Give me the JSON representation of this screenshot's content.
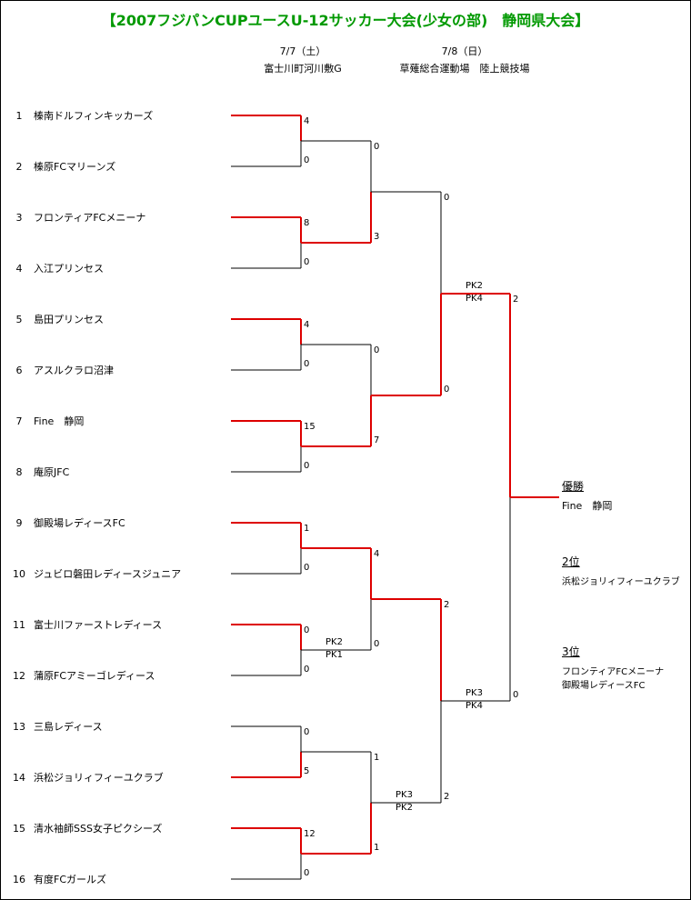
{
  "title": "【2007フジパンCUPユースU-12サッカー大会(少女の部)　静岡県大会】",
  "day1": {
    "date": "7/7（土）",
    "venue": "富士川町河川敷G"
  },
  "day2": {
    "date": "7/8（日）",
    "venue": "草薙総合運動場　陸上競技場"
  },
  "teams": [
    {
      "no": "1",
      "name": "榛南ドルフィンキッカーズ"
    },
    {
      "no": "2",
      "name": "榛原FCマリーンズ"
    },
    {
      "no": "3",
      "name": "フロンティアFCメニーナ"
    },
    {
      "no": "4",
      "name": "入江プリンセス"
    },
    {
      "no": "5",
      "name": "島田プリンセス"
    },
    {
      "no": "6",
      "name": "アスルクラロ沼津"
    },
    {
      "no": "7",
      "name": "Fine　静岡"
    },
    {
      "no": "8",
      "name": "庵原JFC"
    },
    {
      "no": "9",
      "name": "御殿場レディースFC"
    },
    {
      "no": "10",
      "name": "ジュビロ磐田レディースジュニア"
    },
    {
      "no": "11",
      "name": "富士川ファーストレディース"
    },
    {
      "no": "12",
      "name": "蒲原FCアミーゴレディース"
    },
    {
      "no": "13",
      "name": "三島レディース"
    },
    {
      "no": "14",
      "name": "浜松ジョリィフィーユクラブ"
    },
    {
      "no": "15",
      "name": "清水袖師SSS女子ピクシーズ"
    },
    {
      "no": "16",
      "name": "有度FCガールズ"
    }
  ],
  "scores": {
    "r1": [
      "4",
      "0",
      "8",
      "0",
      "4",
      "0",
      "15",
      "0",
      "1",
      "0",
      "0",
      "0",
      "0",
      "5",
      "12",
      "0"
    ],
    "r2": [
      "0",
      "3",
      "0",
      "7",
      "4",
      "0",
      "1",
      "1"
    ],
    "r3": [
      "0",
      "0",
      "2",
      "2"
    ],
    "r4": [
      "2",
      "0"
    ]
  },
  "pk": {
    "r1_m6": [
      "PK2",
      "PK1"
    ],
    "r3_m4": [
      "PK3",
      "PK2"
    ],
    "sf_top": [
      "PK2",
      "PK4"
    ],
    "sf_bottom": [
      "PK3",
      "PK4"
    ]
  },
  "results": {
    "champion_label": "優勝",
    "champion": "Fine　静岡",
    "second_label": "2位",
    "second": "浜松ジョリィフィーユクラブ",
    "third_label": "3位",
    "third": [
      "フロンティアFCメニーナ",
      "御殿場レディースFC"
    ]
  },
  "line_colors": {
    "winner": "#dd0000",
    "loser": "#000000",
    "title": "#009900"
  },
  "winners": {
    "r1": [
      0,
      2,
      4,
      6,
      8,
      10,
      13,
      14
    ],
    "r2": [
      1,
      3,
      4,
      7
    ],
    "r3": [
      1,
      2
    ],
    "r4": [
      0
    ]
  }
}
